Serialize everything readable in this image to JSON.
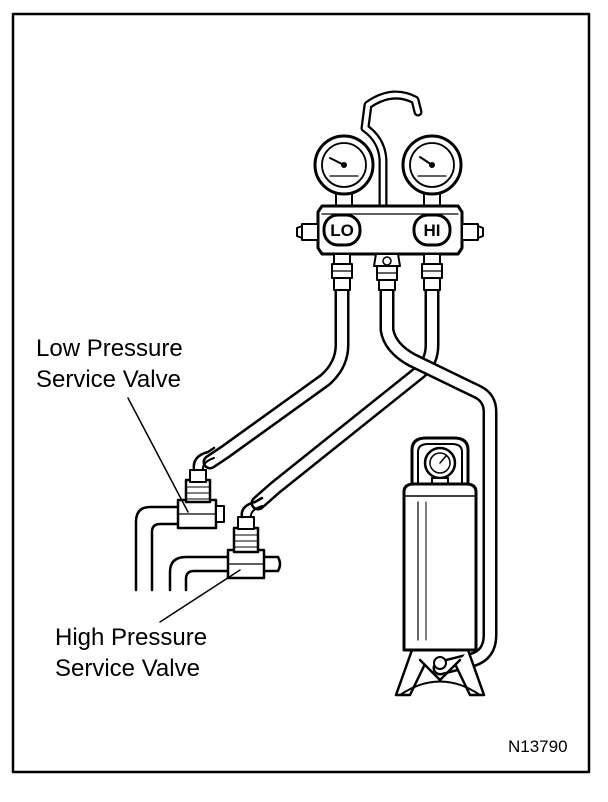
{
  "labels": {
    "low_pressure_line1": "Low Pressure",
    "low_pressure_line2": "Service Valve",
    "high_pressure_line1": "High Pressure",
    "high_pressure_line2": "Service Valve"
  },
  "manifold": {
    "lo_label": "LO",
    "hi_label": "HI"
  },
  "figure_id": "N13790",
  "colors": {
    "ink": "#000000",
    "paper": "#ffffff"
  }
}
